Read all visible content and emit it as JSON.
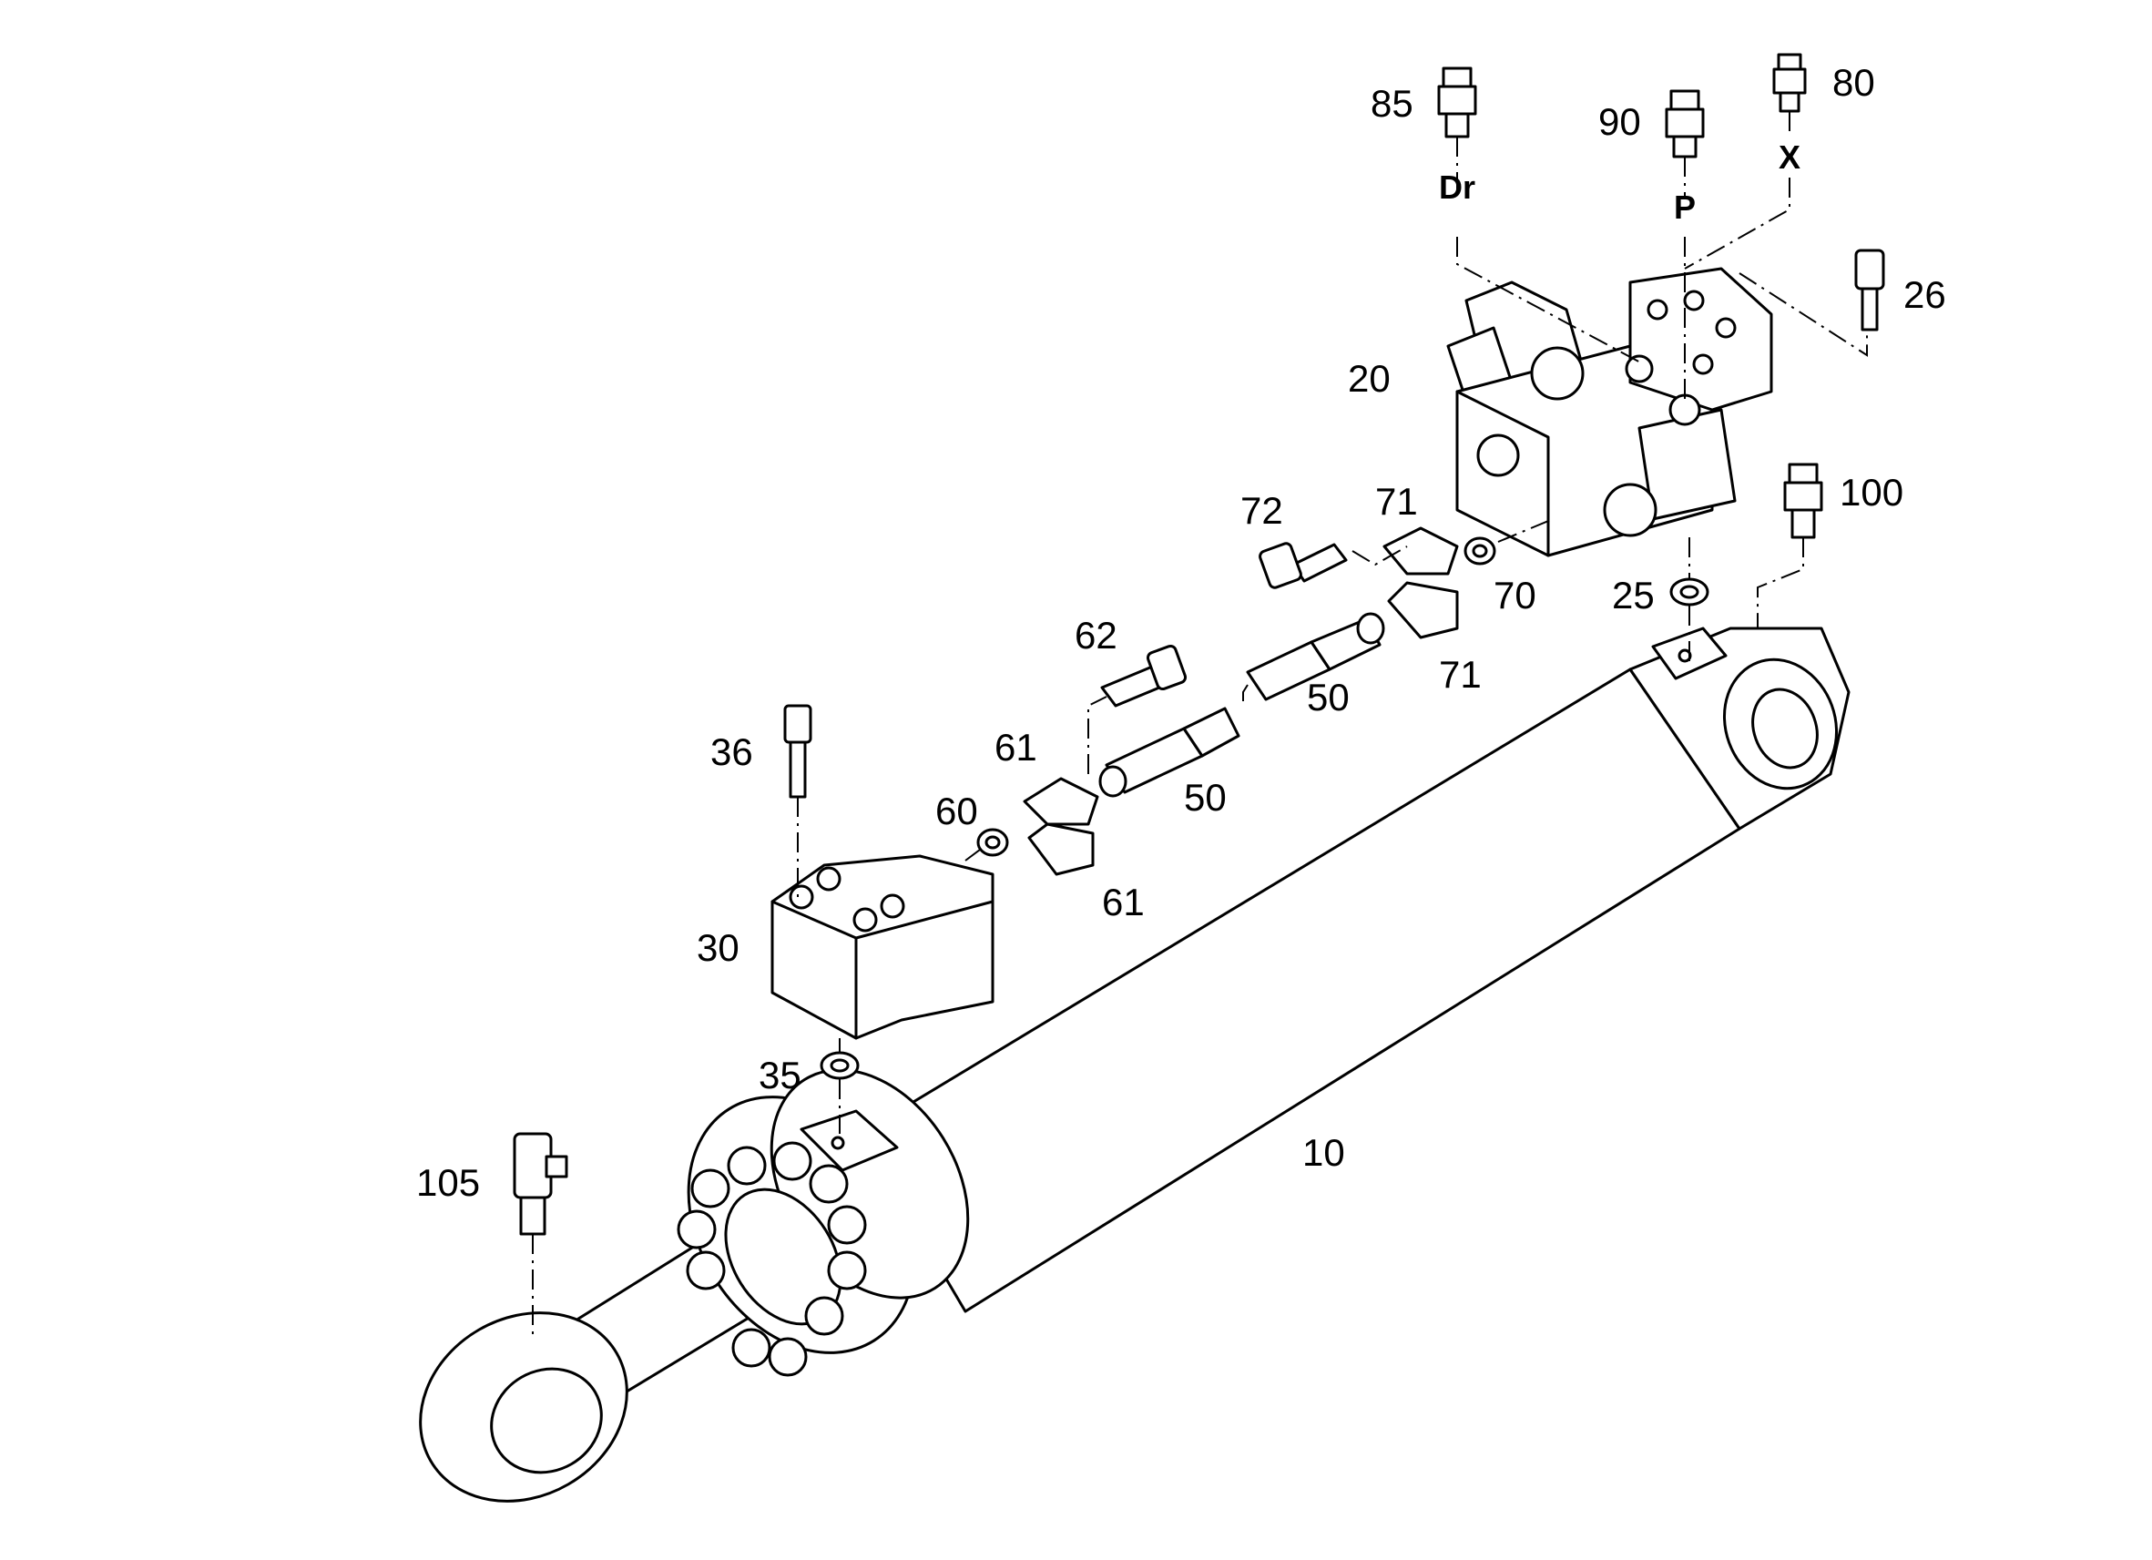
{
  "callouts": [
    {
      "id": "c85",
      "text": "85"
    },
    {
      "id": "c90",
      "text": "90"
    },
    {
      "id": "c80",
      "text": "80"
    },
    {
      "id": "c26",
      "text": "26"
    },
    {
      "id": "c20",
      "text": "20"
    },
    {
      "id": "c72",
      "text": "72"
    },
    {
      "id": "c71a",
      "text": "71"
    },
    {
      "id": "c70",
      "text": "70"
    },
    {
      "id": "c25",
      "text": "25"
    },
    {
      "id": "c100",
      "text": "100"
    },
    {
      "id": "c71b",
      "text": "71"
    },
    {
      "id": "c62",
      "text": "62"
    },
    {
      "id": "c50a",
      "text": "50"
    },
    {
      "id": "c36",
      "text": "36"
    },
    {
      "id": "c61a",
      "text": "61"
    },
    {
      "id": "c50b",
      "text": "50"
    },
    {
      "id": "c60",
      "text": "60"
    },
    {
      "id": "c61b",
      "text": "61"
    },
    {
      "id": "c30",
      "text": "30"
    },
    {
      "id": "c35",
      "text": "35"
    },
    {
      "id": "c10",
      "text": "10"
    },
    {
      "id": "c105",
      "text": "105"
    }
  ],
  "ports": [
    {
      "id": "p-dr",
      "text": "Dr"
    },
    {
      "id": "p-p",
      "text": "P"
    },
    {
      "id": "p-x",
      "text": "X"
    }
  ]
}
